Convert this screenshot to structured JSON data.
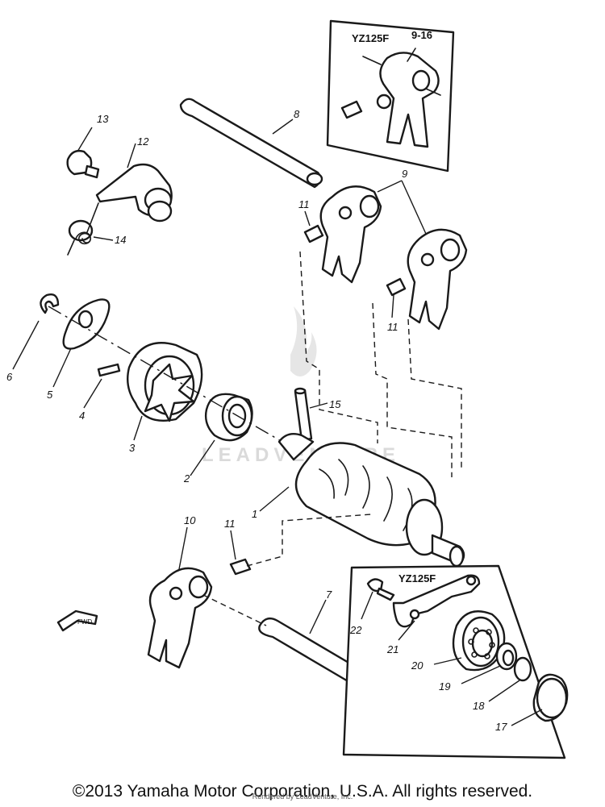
{
  "callouts": {
    "p1": "1",
    "p2": "2",
    "p3": "3",
    "p4": "4",
    "p5": "5",
    "p6": "6",
    "p7": "7",
    "p8": "8",
    "p9": "9",
    "p10": "10",
    "p11a": "11",
    "p11b": "11",
    "p11c": "11",
    "p12": "12",
    "p13": "13",
    "p14": "14",
    "p15": "15",
    "p17": "17",
    "p18": "18",
    "p19": "19",
    "p20": "20",
    "p21": "21",
    "p22": "22"
  },
  "inset_top": {
    "model": "YZ125F",
    "ref": "9-16"
  },
  "inset_bottom": {
    "model": "YZ125F"
  },
  "watermark": "LEADVENTURE",
  "fwd_label": "FWD",
  "footer": {
    "copyright": "©2013 Yamaha Motor Corporation, U.S.A. All rights reserved.",
    "rendered_by": "Rendered by LeadVenture, Inc."
  }
}
